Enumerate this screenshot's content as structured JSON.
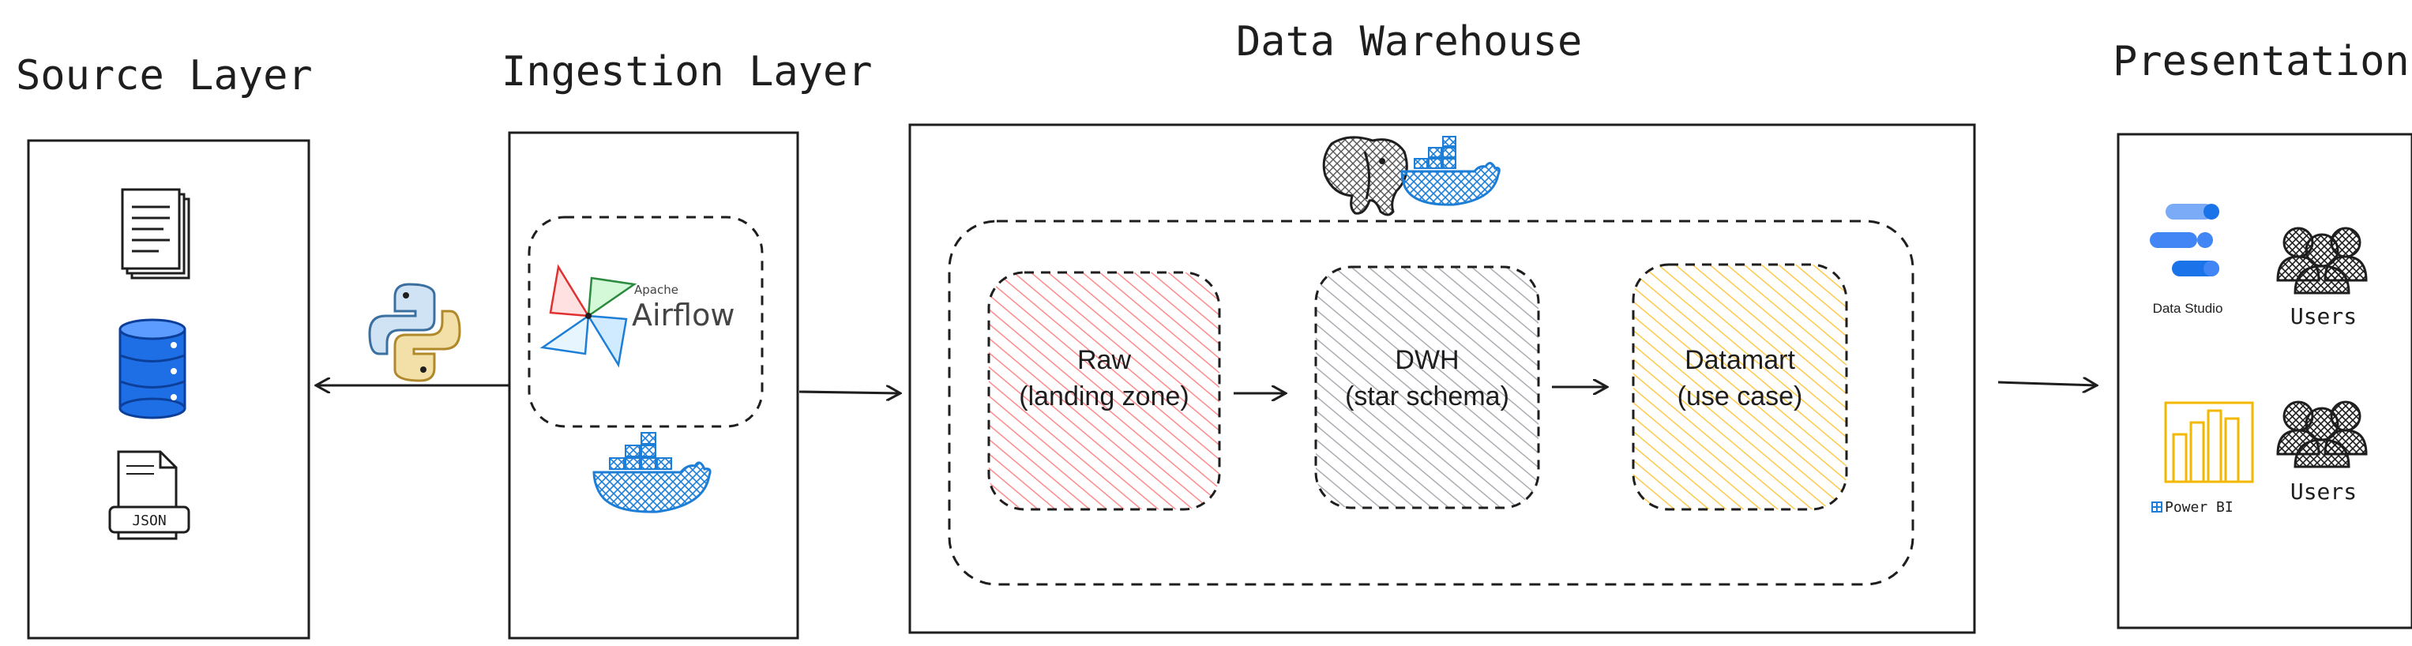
{
  "layers": {
    "source": {
      "title": "Source Layer"
    },
    "ingestion": {
      "title": "Ingestion Layer",
      "airflow_small": "Apache",
      "airflow_big": "Airflow"
    },
    "warehouse": {
      "title": "Data Warehouse"
    },
    "presentation": {
      "title": "Presentation"
    }
  },
  "source_items": {
    "json_label": "JSON"
  },
  "warehouse_stages": [
    {
      "line1": "Raw",
      "line2": "(landing zone)",
      "color": "#e03131"
    },
    {
      "line1": "DWH",
      "line2": "(star schema)",
      "color": "#868e96"
    },
    {
      "line1": "Datamart",
      "line2": "(use case)",
      "color": "#f59f00"
    }
  ],
  "presentation_tools": {
    "data_studio": "Data Studio",
    "power_bi": "Power BI",
    "users_1": "Users",
    "users_2": "Users"
  },
  "colors": {
    "ink": "#1e1e1e",
    "docker_blue": "#1c7ed6",
    "db_blue": "#1e6fe6",
    "python_blue": "#6aa5d8",
    "python_yellow": "#e9c46a",
    "powerbi_yellow": "#f5b800",
    "studio_blue": "#4285f4"
  },
  "icons": [
    "document-icon",
    "database-icon",
    "json-file-icon",
    "python-icon",
    "airflow-icon",
    "docker-icon",
    "postgres-icon",
    "data-studio-icon",
    "power-bi-icon",
    "users-icon"
  ]
}
